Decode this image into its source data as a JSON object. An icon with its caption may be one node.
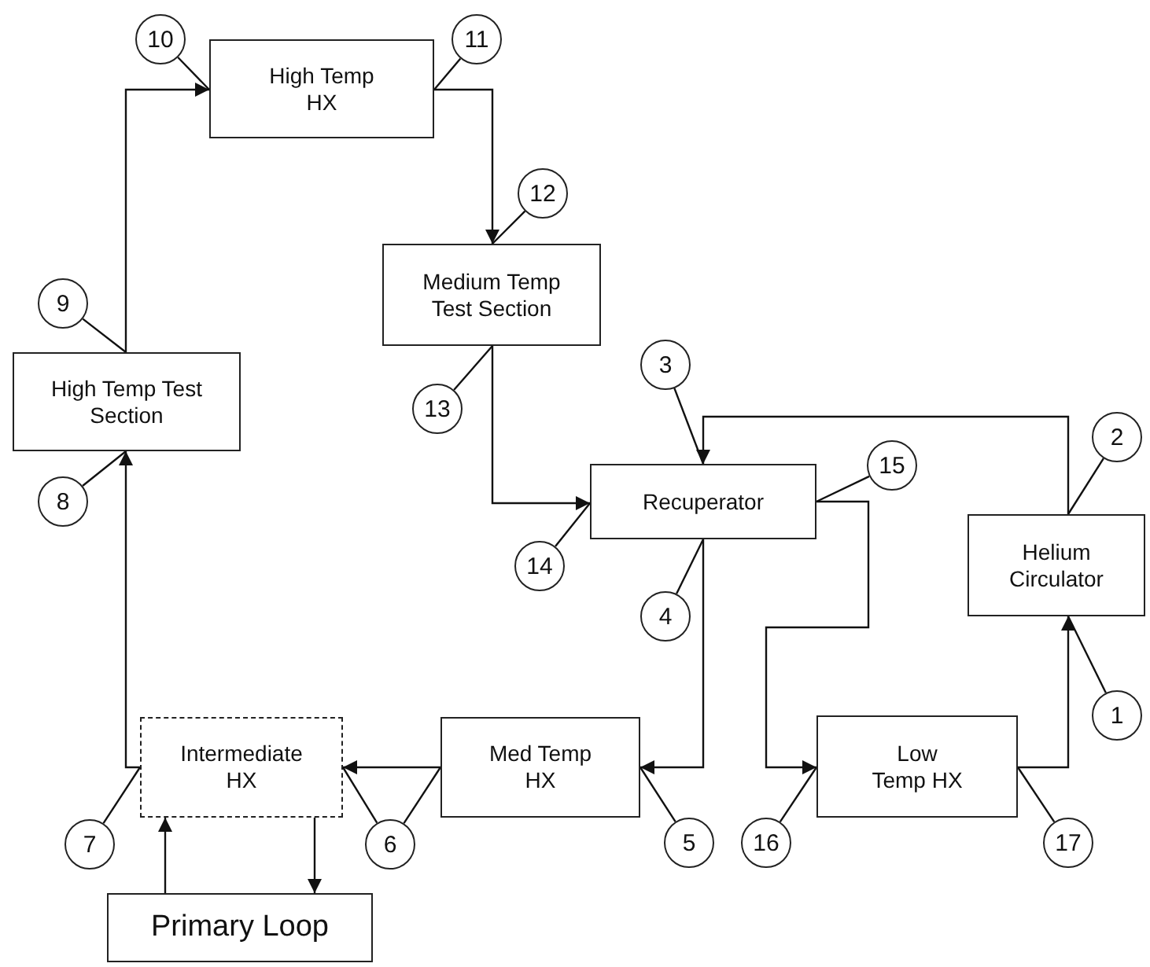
{
  "diagram": {
    "nodes": [
      {
        "text": [
          "High Temp HX"
        ]
      },
      {
        "text": [
          "Medium Temp Test Section"
        ]
      },
      {
        "text": [
          "High Temp Test Section"
        ]
      },
      {
        "text": [
          "Recuperator"
        ]
      },
      {
        "text": [
          "Helium Circulator"
        ]
      },
      {
        "text": [
          "Intermediate HX"
        ]
      },
      {
        "text": [
          "Med Temp HX"
        ]
      },
      {
        "text": [
          "Low Temp HX"
        ]
      },
      {
        "text": [
          "Primary Loop"
        ]
      },
      {
        "text": [
          "1"
        ]
      },
      {
        "text": [
          "2"
        ]
      },
      {
        "text": [
          "3"
        ]
      },
      {
        "text": [
          "4"
        ]
      },
      {
        "text": [
          "5"
        ]
      },
      {
        "text": [
          "6"
        ]
      },
      {
        "text": [
          "7"
        ]
      },
      {
        "text": [
          "8"
        ]
      },
      {
        "text": [
          "9"
        ]
      },
      {
        "text": [
          "10"
        ]
      },
      {
        "text": [
          "11"
        ]
      },
      {
        "text": [
          "12"
        ]
      },
      {
        "text": [
          "13"
        ]
      },
      {
        "text": [
          "14"
        ]
      },
      {
        "text": [
          "15"
        ]
      },
      {
        "text": [
          "16"
        ]
      },
      {
        "text": [
          "17"
        ]
      }
    ],
    "edges": [
      {
        "from": 2,
        "to": 0,
        "arrow": "to"
      },
      {
        "from": 0,
        "to": 1,
        "arrow": "to"
      },
      {
        "from": 1,
        "to": 3,
        "arrow": "to"
      },
      {
        "from": 4,
        "to": 3,
        "arrow": "to"
      },
      {
        "from": 3,
        "to": 6,
        "arrow": "to"
      },
      {
        "from": 3,
        "to": 7,
        "arrow": "to"
      },
      {
        "from": 7,
        "to": 4,
        "arrow": "to"
      },
      {
        "from": 6,
        "to": 5,
        "arrow": "to"
      },
      {
        "from": 5,
        "to": 2,
        "arrow": "to"
      },
      {
        "from": 8,
        "to": 5,
        "arrow": "to"
      },
      {
        "from": 5,
        "to": 8,
        "arrow": "to"
      },
      {
        "from": 9,
        "to": 4,
        "arrow": "none"
      },
      {
        "from": 10,
        "to": 4,
        "arrow": "none"
      },
      {
        "from": 11,
        "to": 3,
        "arrow": "none"
      },
      {
        "from": 12,
        "to": 3,
        "arrow": "none"
      },
      {
        "from": 13,
        "to": 6,
        "arrow": "none"
      },
      {
        "from": 14,
        "to": 5,
        "arrow": "none"
      },
      {
        "from": 14,
        "to": 6,
        "arrow": "none"
      },
      {
        "from": 15,
        "to": 5,
        "arrow": "none"
      },
      {
        "from": 16,
        "to": 2,
        "arrow": "none"
      },
      {
        "from": 17,
        "to": 2,
        "arrow": "none"
      },
      {
        "from": 18,
        "to": 0,
        "arrow": "none"
      },
      {
        "from": 19,
        "to": 0,
        "arrow": "none"
      },
      {
        "from": 20,
        "to": 1,
        "arrow": "none"
      },
      {
        "from": 21,
        "to": 1,
        "arrow": "none"
      },
      {
        "from": 22,
        "to": 3,
        "arrow": "none"
      },
      {
        "from": 23,
        "to": 3,
        "arrow": "none"
      },
      {
        "from": 24,
        "to": 7,
        "arrow": "none"
      },
      {
        "from": 25,
        "to": 7,
        "arrow": "none"
      }
    ]
  }
}
